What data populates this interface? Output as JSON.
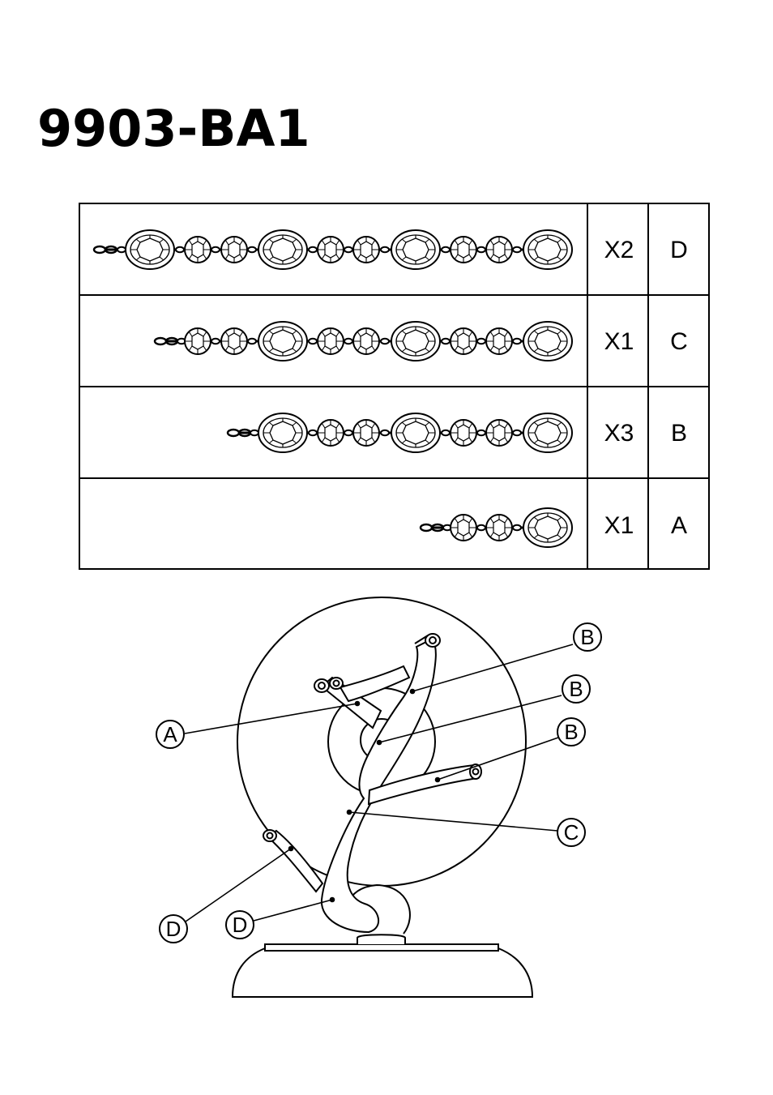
{
  "title": "9903-BA1",
  "parts_table": {
    "rows": [
      {
        "qty": "X2",
        "code": "D"
      },
      {
        "qty": "X1",
        "code": "C"
      },
      {
        "qty": "X3",
        "code": "B"
      },
      {
        "qty": "X1",
        "code": "A"
      }
    ]
  },
  "assembly": {
    "callouts": [
      "B",
      "B",
      "B",
      "A",
      "C",
      "D",
      "D"
    ]
  }
}
